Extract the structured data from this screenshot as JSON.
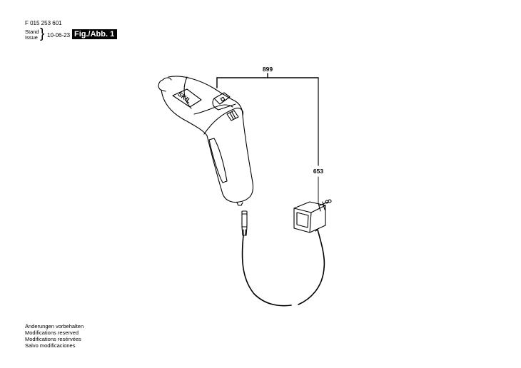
{
  "header": {
    "document_number": "F 015 253 601",
    "stand_label": "Stand",
    "issue_label": "Issue",
    "brace": "}",
    "date": "10-06-23",
    "figure_label": "Fig./Abb. 1"
  },
  "drawing": {
    "tool_brand": "SKIL",
    "parts": [
      {
        "ref": "899",
        "description": "kit bracket (screwdriver + charger)"
      },
      {
        "ref": "653",
        "description": "charger / plug-in adapter"
      }
    ]
  },
  "footer": {
    "lines": [
      "Änderungen vorbehalten",
      "Modifications reserved",
      "Modifications resérvées",
      "Salvo modificaciones"
    ]
  }
}
